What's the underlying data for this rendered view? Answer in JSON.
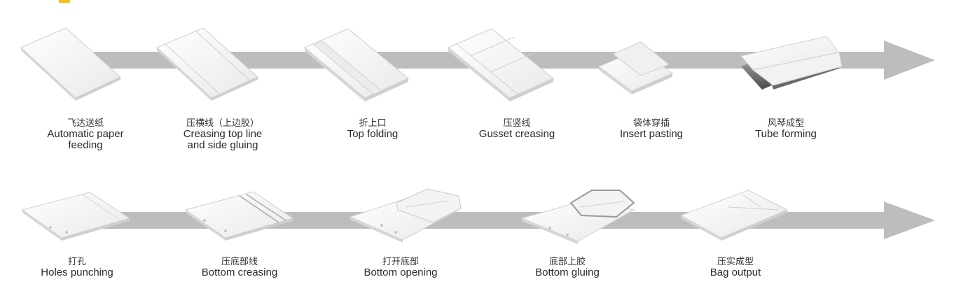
{
  "colors": {
    "arrow": "#bdbdbd",
    "sheet_face": "#f6f6f6",
    "sheet_edge": "#cfcfcf",
    "accent_mark": "#f5b800"
  },
  "rows": [
    {
      "steps": [
        {
          "cn": "飞达送纸",
          "en": "Automatic paper\nfeeding",
          "icon": "flat-sheet-icon"
        },
        {
          "cn": "压横线（上边胶）",
          "en": "Creasing top line\nand side gluing",
          "icon": "creased-sheet-icon"
        },
        {
          "cn": "折上口",
          "en": "Top folding",
          "icon": "folded-top-sheet-icon"
        },
        {
          "cn": "压竖线",
          "en": "Gusset creasing",
          "icon": "gusset-creased-sheet-icon"
        },
        {
          "cn": "袋体穿插",
          "en": "Insert pasting",
          "icon": "insert-sheet-icon"
        },
        {
          "cn": "风琴成型",
          "en": "Tube forming",
          "icon": "tube-icon"
        }
      ]
    },
    {
      "steps": [
        {
          "cn": "打孔",
          "en": "Holes punching",
          "icon": "punched-sheet-icon"
        },
        {
          "cn": "压底部线",
          "en": "Bottom creasing",
          "icon": "bottom-creased-sheet-icon"
        },
        {
          "cn": "打开底部",
          "en": "Bottom opening",
          "icon": "bottom-open-icon"
        },
        {
          "cn": "底部上胶",
          "en": "Bottom gluing",
          "icon": "bottom-glue-icon"
        },
        {
          "cn": "压实成型",
          "en": "Bag output",
          "icon": "finished-bag-icon"
        }
      ]
    }
  ]
}
